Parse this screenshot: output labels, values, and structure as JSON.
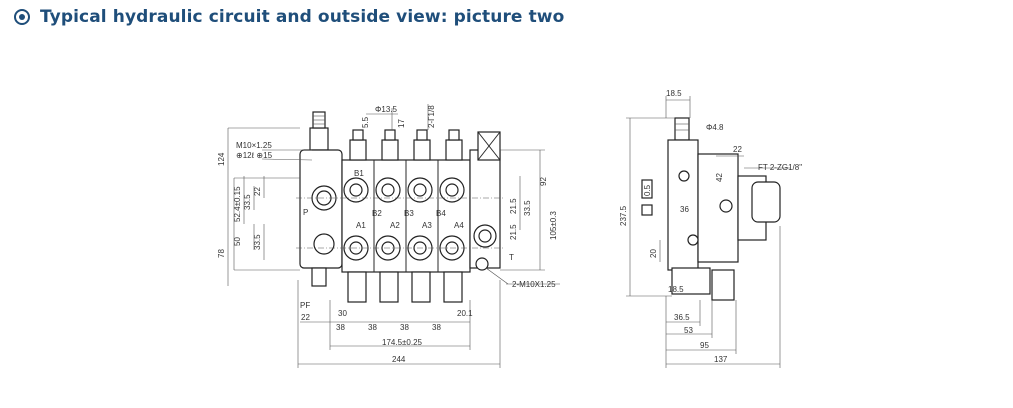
{
  "heading": {
    "text": "Typical hydraulic circuit and outside view: picture two",
    "icon": "radio-selected-icon",
    "color": "#1f4e7a"
  },
  "front_view": {
    "labels": {
      "thread_a": "M10×1.25",
      "thread_b": "⊕12ℓ ⊕15",
      "phi13": "Φ13.5",
      "d55": "5.5",
      "d17": "17",
      "d2g": "2-Γ1/8",
      "h124": "124",
      "h52": "52.4±0.15",
      "h335a": "33.5",
      "h22": "22",
      "h335b": "33.5",
      "h50": "50",
      "h78": "78",
      "r92": "92",
      "r335": "33.5",
      "r215a": "21.5",
      "r215b": "21.5",
      "r105": "105±0.3",
      "b1": "B1",
      "b2": "B2",
      "b3": "B3",
      "b4": "B4",
      "a1": "A1",
      "a2": "A2",
      "a3": "A3",
      "a4": "A4",
      "p": "P",
      "t": "T",
      "pf": "PF",
      "m10": "2-M10X1.25",
      "d22": "22",
      "d30": "30",
      "d38a": "38",
      "d38b": "38",
      "d38c": "38",
      "d38d": "38",
      "d201": "20.1",
      "d174": "174.5±0.25",
      "d244": "244"
    }
  },
  "side_view": {
    "labels": {
      "s185top": "18.5",
      "phi48": "Φ4.8",
      "s22": "22",
      "ft": "FT 2-ZG1/8\"",
      "s42": "42",
      "s05": "0.5",
      "s2375": "237.5",
      "s36": "36",
      "s20": "20",
      "s185bot": "18.5",
      "s365": "36.5",
      "s53": "53",
      "s95": "95",
      "s137": "137"
    }
  }
}
